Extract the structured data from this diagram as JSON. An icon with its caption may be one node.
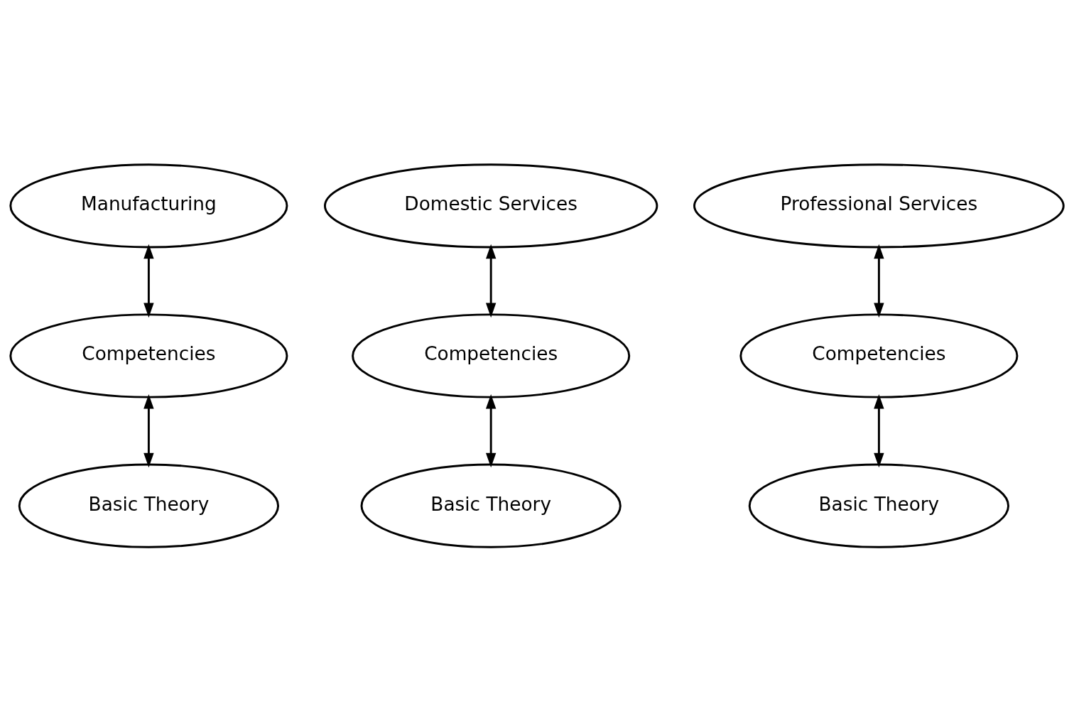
{
  "diagram": {
    "nodes": [
      {
        "text": [
          "Manufacturing"
        ]
      },
      {
        "text": [
          "Domestic Services"
        ]
      },
      {
        "text": [
          "Professional Services"
        ]
      },
      {
        "text": [
          "Competencies"
        ]
      },
      {
        "text": [
          "Competencies"
        ]
      },
      {
        "text": [
          "Competencies"
        ]
      },
      {
        "text": [
          "Basic Theory"
        ]
      },
      {
        "text": [
          "Basic Theory"
        ]
      },
      {
        "text": [
          "Basic Theory"
        ]
      }
    ],
    "edges": [
      {
        "from": 0,
        "to": 3,
        "arrow": "both"
      },
      {
        "from": 1,
        "to": 4,
        "arrow": "both"
      },
      {
        "from": 2,
        "to": 5,
        "arrow": "both"
      },
      {
        "from": 3,
        "to": 6,
        "arrow": "both"
      },
      {
        "from": 4,
        "to": 7,
        "arrow": "both"
      },
      {
        "from": 5,
        "to": 8,
        "arrow": "both"
      }
    ]
  }
}
